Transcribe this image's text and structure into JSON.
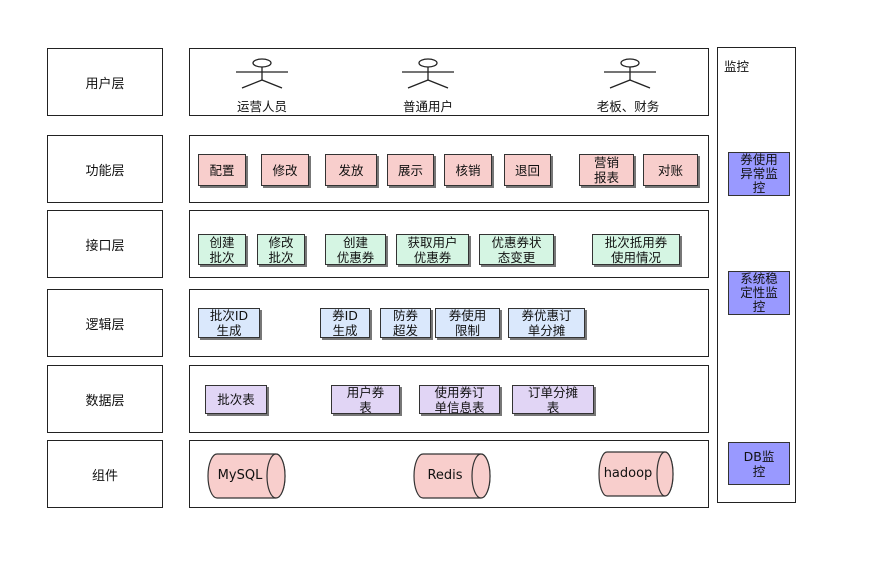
{
  "layers": [
    {
      "key": "user",
      "label": "用户层"
    },
    {
      "key": "function",
      "label": "功能层"
    },
    {
      "key": "interface",
      "label": "接口层"
    },
    {
      "key": "logic",
      "label": "逻辑层"
    },
    {
      "key": "data",
      "label": "数据层"
    },
    {
      "key": "component",
      "label": "组件"
    }
  ],
  "actors": [
    "运营人员",
    "普通用户",
    "老板、财务"
  ],
  "functions": [
    "配置",
    "修改",
    "发放",
    "展示",
    "核销",
    "退回",
    "营销\n报表",
    "对账"
  ],
  "interfaces": [
    "创建\n批次",
    "修改\n批次",
    "创建\n优惠券",
    "获取用户\n优惠券",
    "优惠券状\n态变更",
    "批次抵用券\n使用情况"
  ],
  "logic": [
    "批次ID\n生成",
    "券ID\n生成",
    "防券\n超发",
    "券使用\n限制",
    "券优惠订\n单分摊"
  ],
  "data_tables": [
    "批次表",
    "用户券\n表",
    "使用券订\n单信息表",
    "订单分摊\n表"
  ],
  "components": [
    "MySQL",
    "Redis",
    "hadoop"
  ],
  "monitoring": {
    "title": "监控",
    "items": [
      "券使用\n异常监\n控",
      "系统稳\n定性监\n控",
      "DB监\n控"
    ]
  }
}
